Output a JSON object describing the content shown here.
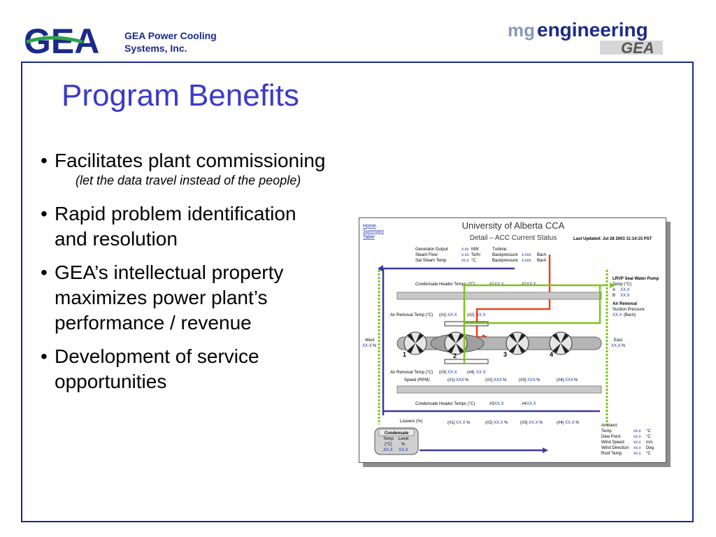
{
  "header": {
    "company_line1": "GEA Power Cooling",
    "company_line2": "Systems, Inc.",
    "gea_logo_text": "GEA",
    "mg_logo_mark": "mg",
    "mg_logo_word": "engineering",
    "mg_logo_sub": "GEA"
  },
  "slide": {
    "title": "Program Benefits",
    "bullets": [
      {
        "line1": "Facilitates plant commissioning",
        "line2": "",
        "sub": "(let the data travel instead of the people)"
      },
      {
        "line1": "Rapid problem identification",
        "line2": "and resolution",
        "sub": ""
      },
      {
        "line1": "GEA’s intellectual property",
        "line2": "maximizes power plant’s",
        "line3": "performance / revenue",
        "sub": ""
      },
      {
        "line1": "Development of service",
        "line2": "opportunities",
        "sub": ""
      }
    ]
  },
  "screen": {
    "links": [
      "Home",
      "Summary",
      "Table"
    ],
    "title": "University of Alberta CCA",
    "subtitle": "Detail – ACC Current Status",
    "last_updated": "Last Updated: Jul 28 2003 11:14:15 PST",
    "gen_labels": [
      "Generator Output",
      "Steam Flow",
      "Sat Steam Temp"
    ],
    "gen_values": [
      "x.xx",
      "x.xx",
      "xx.x"
    ],
    "gen_units": [
      "MW",
      "Te/hr",
      "°C"
    ],
    "turbine_label": "Turbine:",
    "turbine_labels": [
      "Backpressure",
      "Backpressure"
    ],
    "turbine_values": [
      "x.xxx",
      "x.xxx"
    ],
    "turbine_units": [
      "BarA",
      "BarA"
    ],
    "cond_header_top": "Condensate Header Temps (°C)",
    "hdr1_label": "#1",
    "hdr1_value": "XX.X",
    "hdr2_label": "#2",
    "hdr2_value": "XX.X",
    "air_removal_top": "Air Removal Temp (°C)",
    "ar1_label": "(#1)",
    "ar1_value": "XX.X",
    "ar2_label": "(#2)",
    "ar2_value": "XX.X",
    "air_removal_bottom": "Air Removal Temp (°C)",
    "ar3_label": "(#3)",
    "ar3_value": "XX.X",
    "ar4_label": "(#4)",
    "ar4_value": "XX.X",
    "lrvp_title": "LRVP Seal Water Pump",
    "lrvp_temp": "Temp (°C)",
    "lrvp_a": "A",
    "lrvp_a_value": "XX.X",
    "lrvp_b": "B",
    "lrvp_b_value": "XX.X",
    "air_removal_title": "Air Removal",
    "suction_pressure": "Suction Pressure",
    "suction_value": "XX.X",
    "suction_unit": "(BarA)",
    "west_label": "West",
    "west_value": "XX.X",
    "west_unit": "%",
    "east_label": "East",
    "east_value": "XX.X",
    "east_unit": "%",
    "fan_numbers": [
      "1",
      "2",
      "3",
      "4"
    ],
    "speed_label": "Speed (RPM)",
    "speed_items": [
      {
        "label": "(#1)",
        "value": "XXX",
        "unit": "%"
      },
      {
        "label": "(#2)",
        "value": "XXX",
        "unit": "%"
      },
      {
        "label": "(#3)",
        "value": "XXX",
        "unit": "%"
      },
      {
        "label": "(#4)",
        "value": "XXX",
        "unit": "%"
      }
    ],
    "cond_header_bottom": "Condensate Header Temps (°C)",
    "hdr3_label": "#3",
    "hdr3_value": "XX.X",
    "hdr4_label": "#4",
    "hdr4_value": "XX.X",
    "louvers_label": "Louvers (%)",
    "louver_items": [
      {
        "label": "(#1)",
        "value": "XX.X",
        "unit": "%"
      },
      {
        "label": "(#2)",
        "value": "XX.X",
        "unit": "%"
      },
      {
        "label": "(#3)",
        "value": "XX.X",
        "unit": "%"
      },
      {
        "label": "(#4)",
        "value": "XX.X",
        "unit": "%"
      }
    ],
    "condensate_title": "Condensate",
    "condensate_cols": [
      "Temp",
      "Level"
    ],
    "condensate_units": [
      "(°C)",
      "%"
    ],
    "condensate_values": [
      "XX.X",
      "XX.X"
    ],
    "ambient_title": "Ambient:",
    "ambient_labels": [
      "Temp",
      "Dew Point",
      "Wind Speed",
      "Wind Direction",
      "Roof Temp"
    ],
    "ambient_values": [
      "xx.x",
      "xx.x",
      "xx.x",
      "xx.x",
      "xx.x"
    ],
    "ambient_units": [
      "°C",
      "°C",
      "m/s",
      "Deg",
      "°C"
    ]
  },
  "colors": {
    "brand_blue": "#1b2a8a",
    "title_blue": "#3a3ac8",
    "gea_green": "#2ea34a",
    "value_blue": "#1f2fb0",
    "steam_red": "#e8441a",
    "air_green": "#7fc31c",
    "cond_blue": "#3b3b9a"
  }
}
